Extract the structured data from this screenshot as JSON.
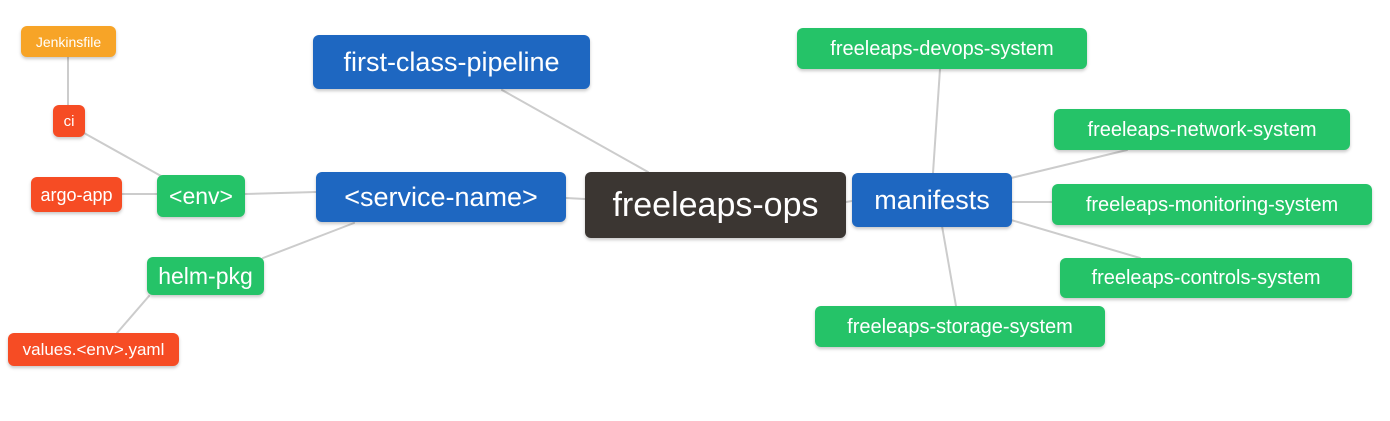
{
  "diagram": {
    "type": "mindmap",
    "root_label": "freeleaps-ops"
  },
  "colors": {
    "canvas": "#ffffff",
    "edge": "#cccccc",
    "text": "#ffffff",
    "root": "#3b3632",
    "blue": "#1e67c1",
    "green": "#25c368",
    "red": "#f64c24",
    "orange": "#f7a427"
  },
  "nodes": [
    {
      "id": "jenkinsfile",
      "label": "Jenkinsfile",
      "color": "orange"
    },
    {
      "id": "ci",
      "label": "ci",
      "color": "red"
    },
    {
      "id": "argo-app",
      "label": "argo-app",
      "color": "red"
    },
    {
      "id": "env",
      "label": "<env>",
      "color": "green"
    },
    {
      "id": "helm-pkg",
      "label": "helm-pkg",
      "color": "green"
    },
    {
      "id": "values-env-yaml",
      "label": "values.<env>.yaml",
      "color": "red"
    },
    {
      "id": "first-class-pipeline",
      "label": "first-class-pipeline",
      "color": "blue"
    },
    {
      "id": "service-name",
      "label": "<service-name>",
      "color": "blue"
    },
    {
      "id": "freeleaps-ops",
      "label": "freeleaps-ops",
      "color": "root"
    },
    {
      "id": "manifests",
      "label": "manifests",
      "color": "blue"
    },
    {
      "id": "freeleaps-devops-system",
      "label": "freeleaps-devops-system",
      "color": "green"
    },
    {
      "id": "freeleaps-network-system",
      "label": "freeleaps-network-system",
      "color": "green"
    },
    {
      "id": "freeleaps-monitoring-system",
      "label": "freeleaps-monitoring-system",
      "color": "green"
    },
    {
      "id": "freeleaps-controls-system",
      "label": "freeleaps-controls-system",
      "color": "green"
    },
    {
      "id": "freeleaps-storage-system",
      "label": "freeleaps-storage-system",
      "color": "green"
    }
  ],
  "edges": [
    {
      "from": "Jenkinsfile",
      "to": "ci"
    },
    {
      "from": "ci",
      "to": "<env>"
    },
    {
      "from": "argo-app",
      "to": "<env>"
    },
    {
      "from": "<env>",
      "to": "<service-name>"
    },
    {
      "from": "helm-pkg",
      "to": "<service-name>"
    },
    {
      "from": "values.<env>.yaml",
      "to": "helm-pkg"
    },
    {
      "from": "first-class-pipeline",
      "to": "freeleaps-ops"
    },
    {
      "from": "<service-name>",
      "to": "freeleaps-ops"
    },
    {
      "from": "freeleaps-ops",
      "to": "manifests"
    },
    {
      "from": "manifests",
      "to": "freeleaps-devops-system"
    },
    {
      "from": "manifests",
      "to": "freeleaps-network-system"
    },
    {
      "from": "manifests",
      "to": "freeleaps-monitoring-system"
    },
    {
      "from": "manifests",
      "to": "freeleaps-controls-system"
    },
    {
      "from": "manifests",
      "to": "freeleaps-storage-system"
    }
  ]
}
